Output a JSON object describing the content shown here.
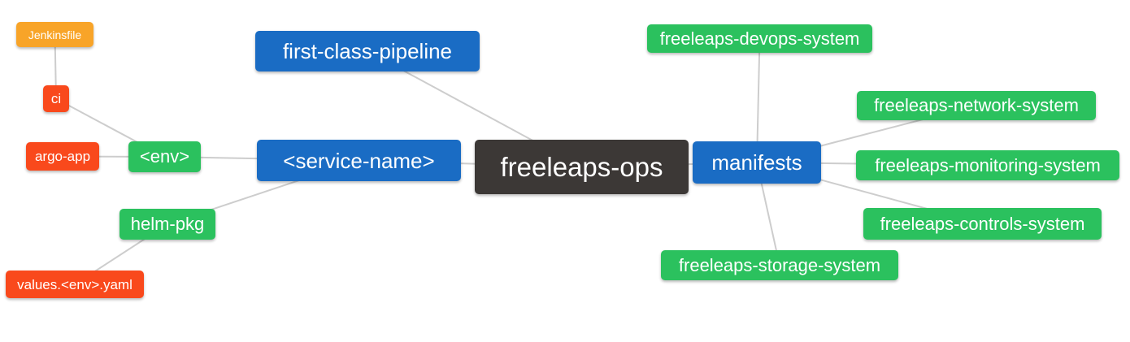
{
  "colors": {
    "background": "#ffffff",
    "edge": "#cdcdcd",
    "text": "#ffffff",
    "root_bg": "#3c3836",
    "branch_blue_bg": "#1a6cc4",
    "leaf_green_bg": "#2bc15e",
    "leaf_red_bg": "#f9491c",
    "leaf_amber_bg": "#f8a428"
  },
  "nodes": {
    "root": "freeleaps-ops",
    "first_class_pipeline": "first-class-pipeline",
    "service_name": "<service-name>",
    "manifests": "manifests",
    "env": "<env>",
    "helm_pkg": "helm-pkg",
    "ci": "ci",
    "argo_app": "argo-app",
    "jenkinsfile": "Jenkinsfile",
    "values_env_yaml": "values.<env>.yaml",
    "devops_system": "freeleaps-devops-system",
    "network_system": "freeleaps-network-system",
    "monitoring_system": "freeleaps-monitoring-system",
    "controls_system": "freeleaps-controls-system",
    "storage_system": "freeleaps-storage-system"
  },
  "edges": [
    [
      "jenkinsfile",
      "ci"
    ],
    [
      "ci",
      "env"
    ],
    [
      "argo_app",
      "env"
    ],
    [
      "env",
      "service_name"
    ],
    [
      "helm_pkg",
      "service_name"
    ],
    [
      "values_env_yaml",
      "helm_pkg"
    ],
    [
      "first_class_pipeline",
      "root"
    ],
    [
      "service_name",
      "root"
    ],
    [
      "root",
      "manifests"
    ],
    [
      "manifests",
      "devops_system"
    ],
    [
      "manifests",
      "network_system"
    ],
    [
      "manifests",
      "monitoring_system"
    ],
    [
      "manifests",
      "controls_system"
    ],
    [
      "manifests",
      "storage_system"
    ]
  ]
}
